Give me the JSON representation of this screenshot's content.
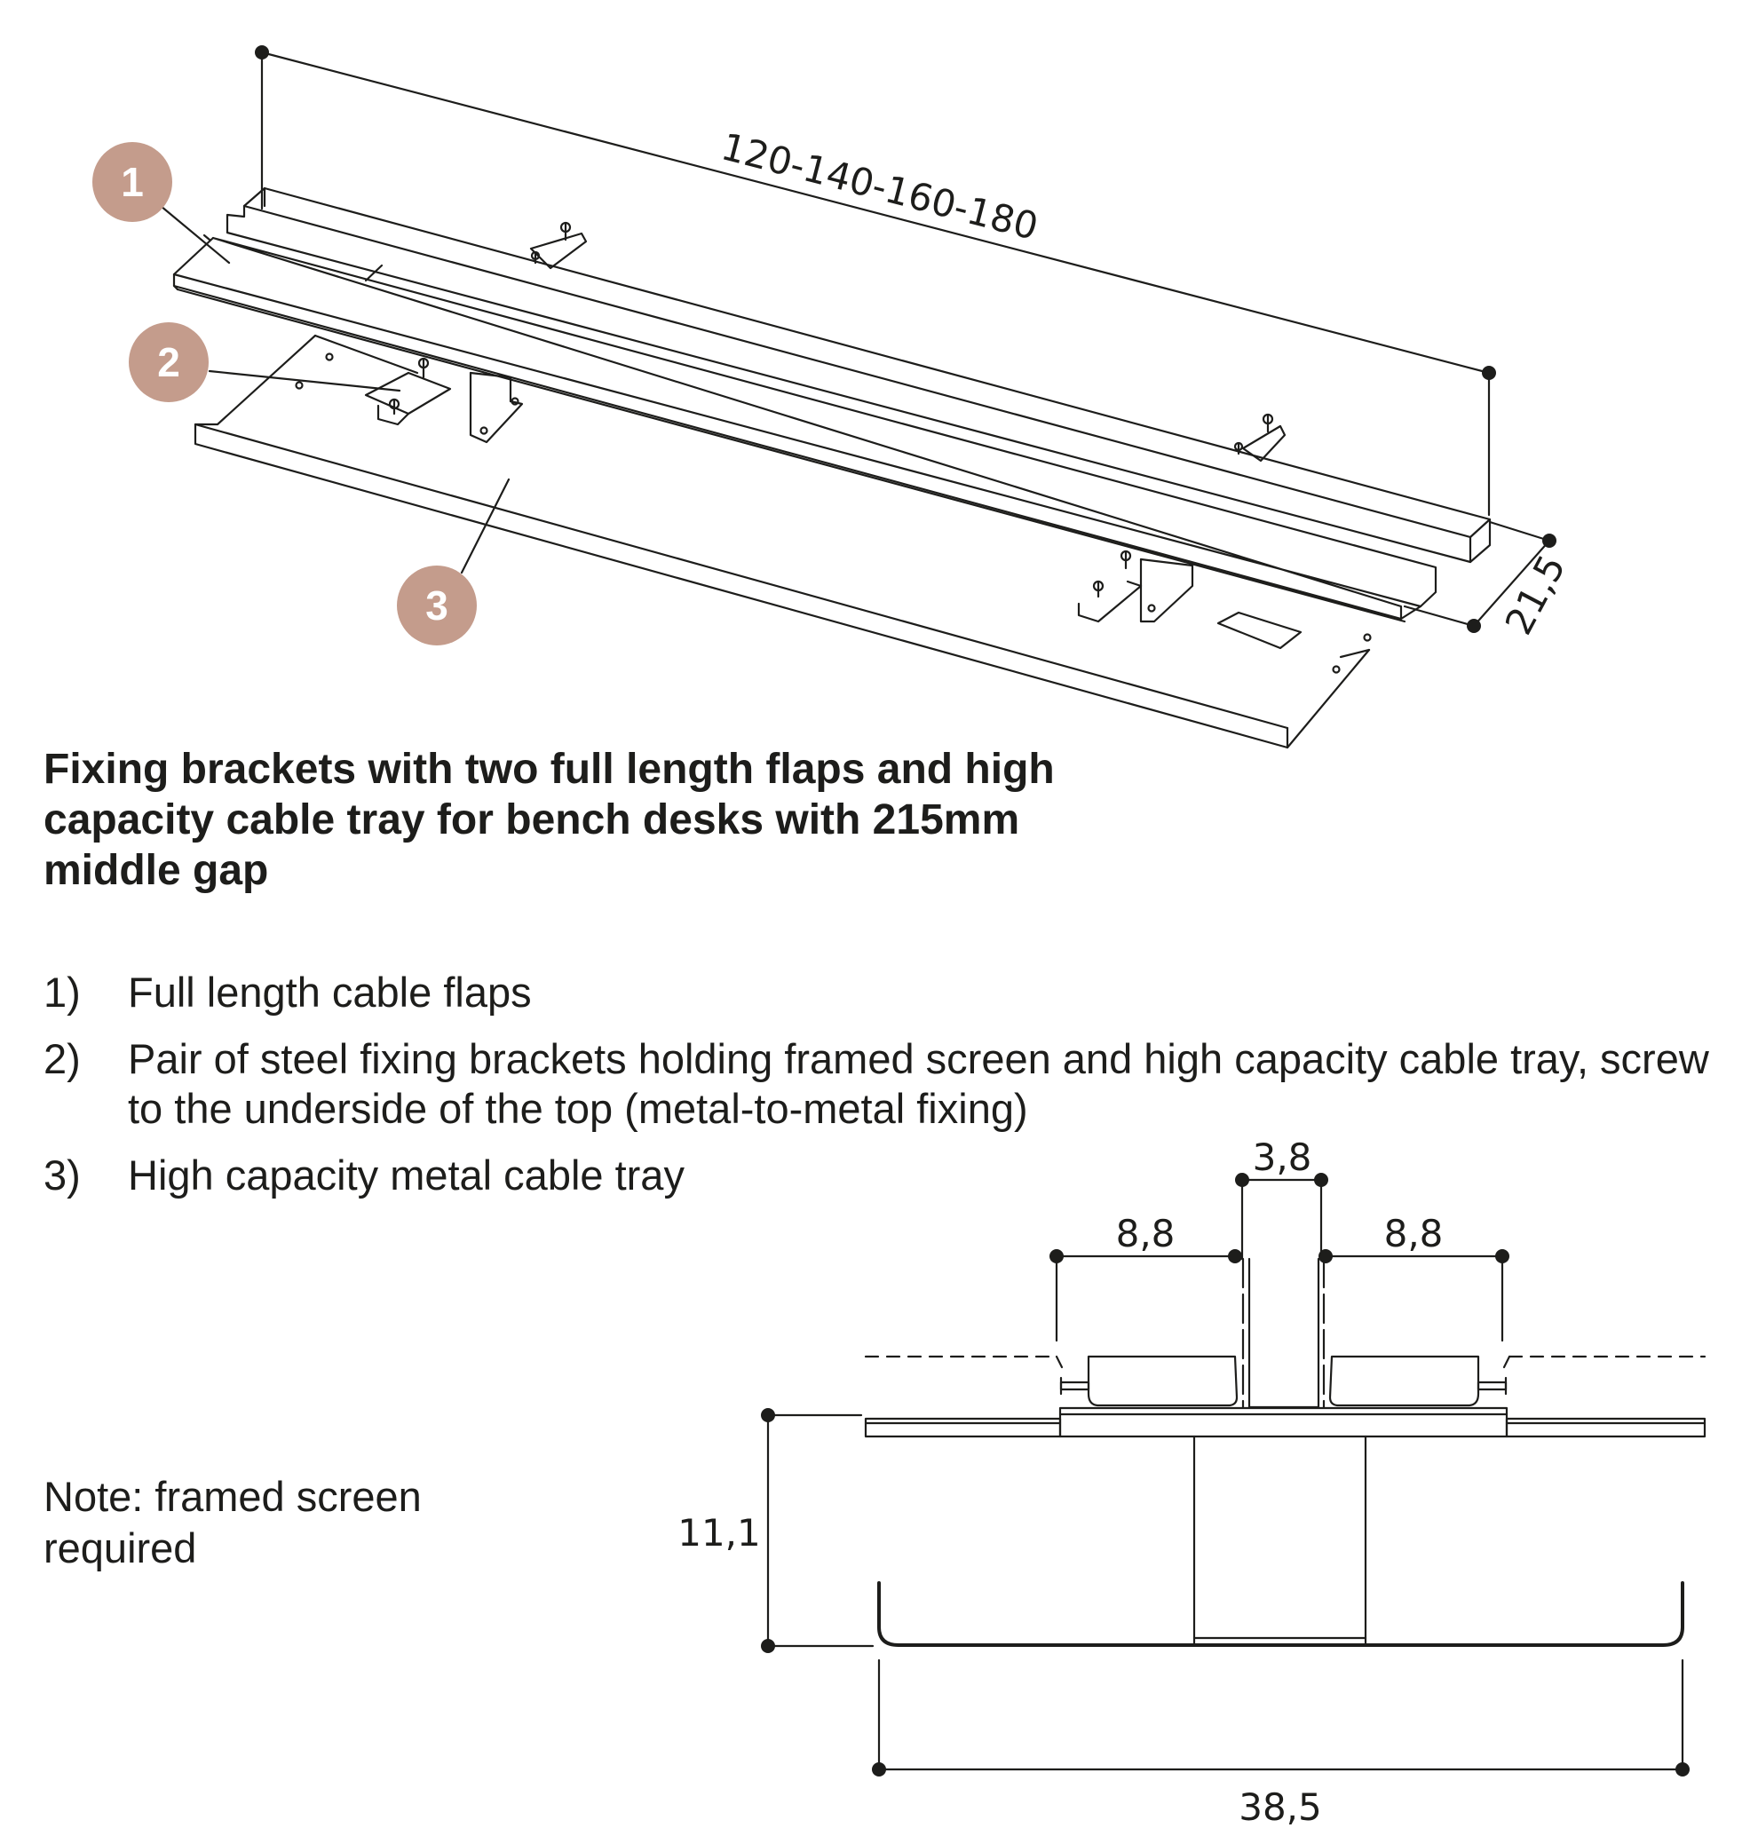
{
  "callouts": [
    {
      "number": "1"
    },
    {
      "number": "2"
    },
    {
      "number": "3"
    }
  ],
  "colors": {
    "badge": "#c49c8c",
    "line": "#1d1d1b",
    "background": "#ffffff"
  },
  "dimensions": {
    "length": "120-140-160-180",
    "depth": "21,5",
    "gap_width": "3,8",
    "left_bracket": "8,8",
    "right_bracket": "8,8",
    "height": "11,1",
    "tray_width": "38,5"
  },
  "heading": "Fixing brackets with two full length flaps and high capacity cable tray for bench desks with 215mm middle gap",
  "legend": [
    {
      "num": "1)",
      "text": "Full length cable flaps"
    },
    {
      "num": "2)",
      "text": "Pair of steel fixing brackets holding framed screen and high capacity cable tray, screw to the underside of the top (metal-to-metal fixing)"
    },
    {
      "num": "3)",
      "text": "High capacity metal cable tray"
    }
  ],
  "note": "Note: framed screen required"
}
